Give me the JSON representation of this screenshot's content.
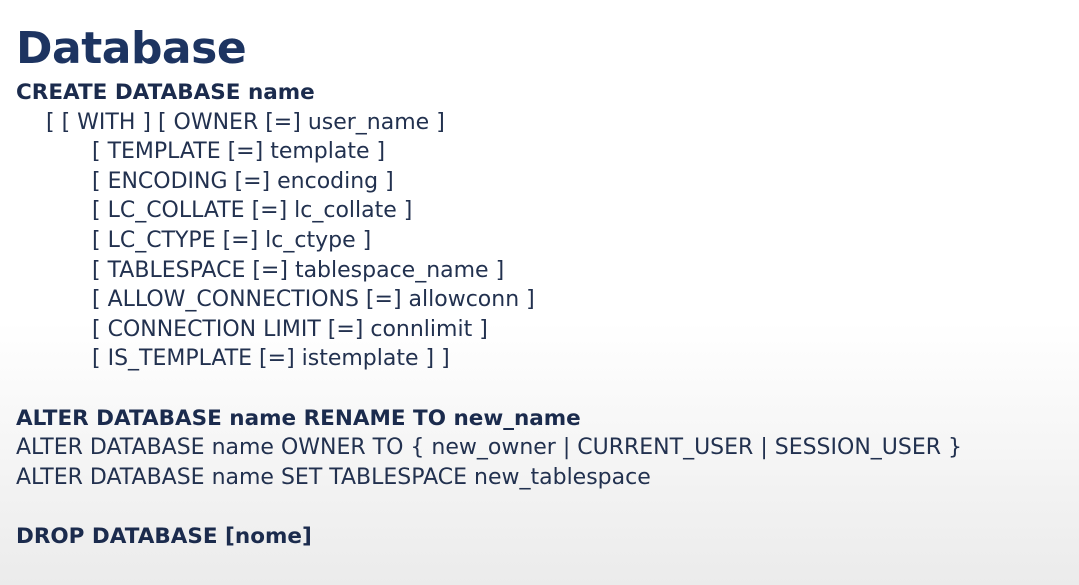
{
  "title": "Database",
  "create": {
    "heading": "CREATE DATABASE name",
    "first_option": "[ [ WITH ] [ OWNER [=] user_name ]",
    "options": [
      "[ TEMPLATE [=] template ]",
      "[ ENCODING [=] encoding ]",
      "[ LC_COLLATE [=] lc_collate ]",
      "[ LC_CTYPE [=] lc_ctype ]",
      "[ TABLESPACE [=] tablespace_name ]",
      "[ ALLOW_CONNECTIONS [=] allowconn ]",
      "[ CONNECTION LIMIT [=] connlimit ]",
      "[ IS_TEMPLATE [=] istemplate ] ]"
    ]
  },
  "alter": {
    "heading": "ALTER DATABASE name RENAME TO new_name",
    "lines": [
      "ALTER DATABASE name OWNER TO { new_owner | CURRENT_USER | SESSION_USER }",
      "ALTER DATABASE name SET TABLESPACE new_tablespace"
    ]
  },
  "drop": {
    "heading": "DROP DATABASE [nome]"
  }
}
